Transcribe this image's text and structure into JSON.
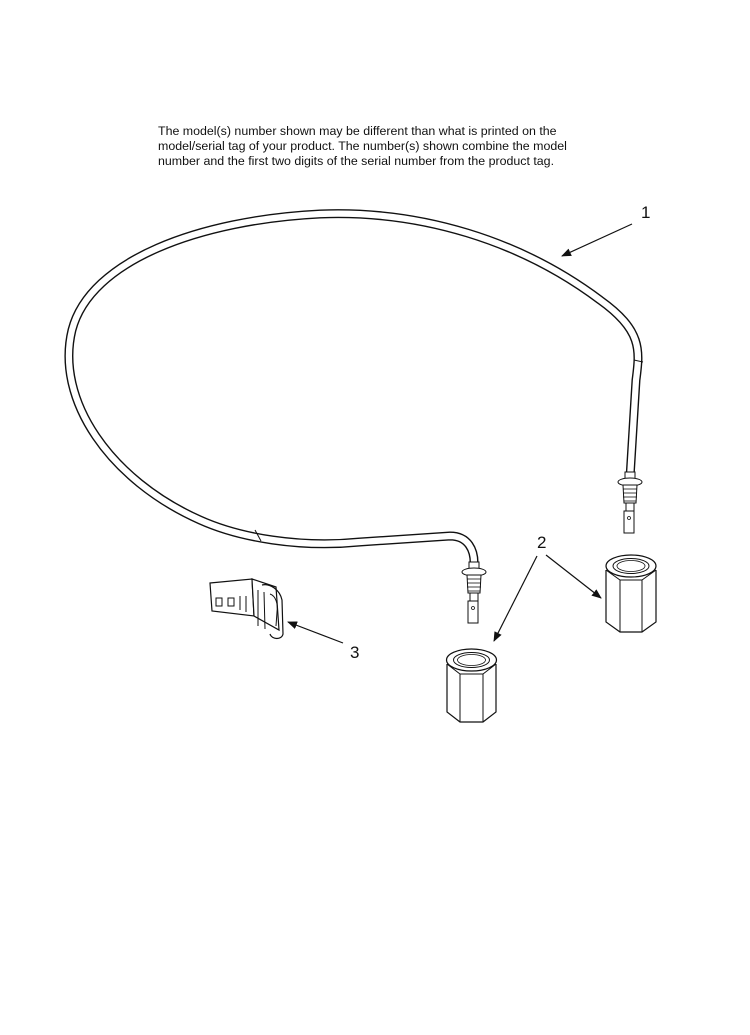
{
  "disclaimer": {
    "line1": "The model(s) number shown may be different than what is printed on the",
    "line2": "model/serial tag of your product. The number(s) shown combine the model",
    "line3": "number and the first two digits of the serial number from the product tag."
  },
  "callouts": {
    "one": "1",
    "two": "2",
    "three": "3"
  },
  "parts": {
    "heating_element": "heating-element-icon",
    "nut": "hex-nut-icon",
    "clip": "terminal-clip-icon"
  }
}
